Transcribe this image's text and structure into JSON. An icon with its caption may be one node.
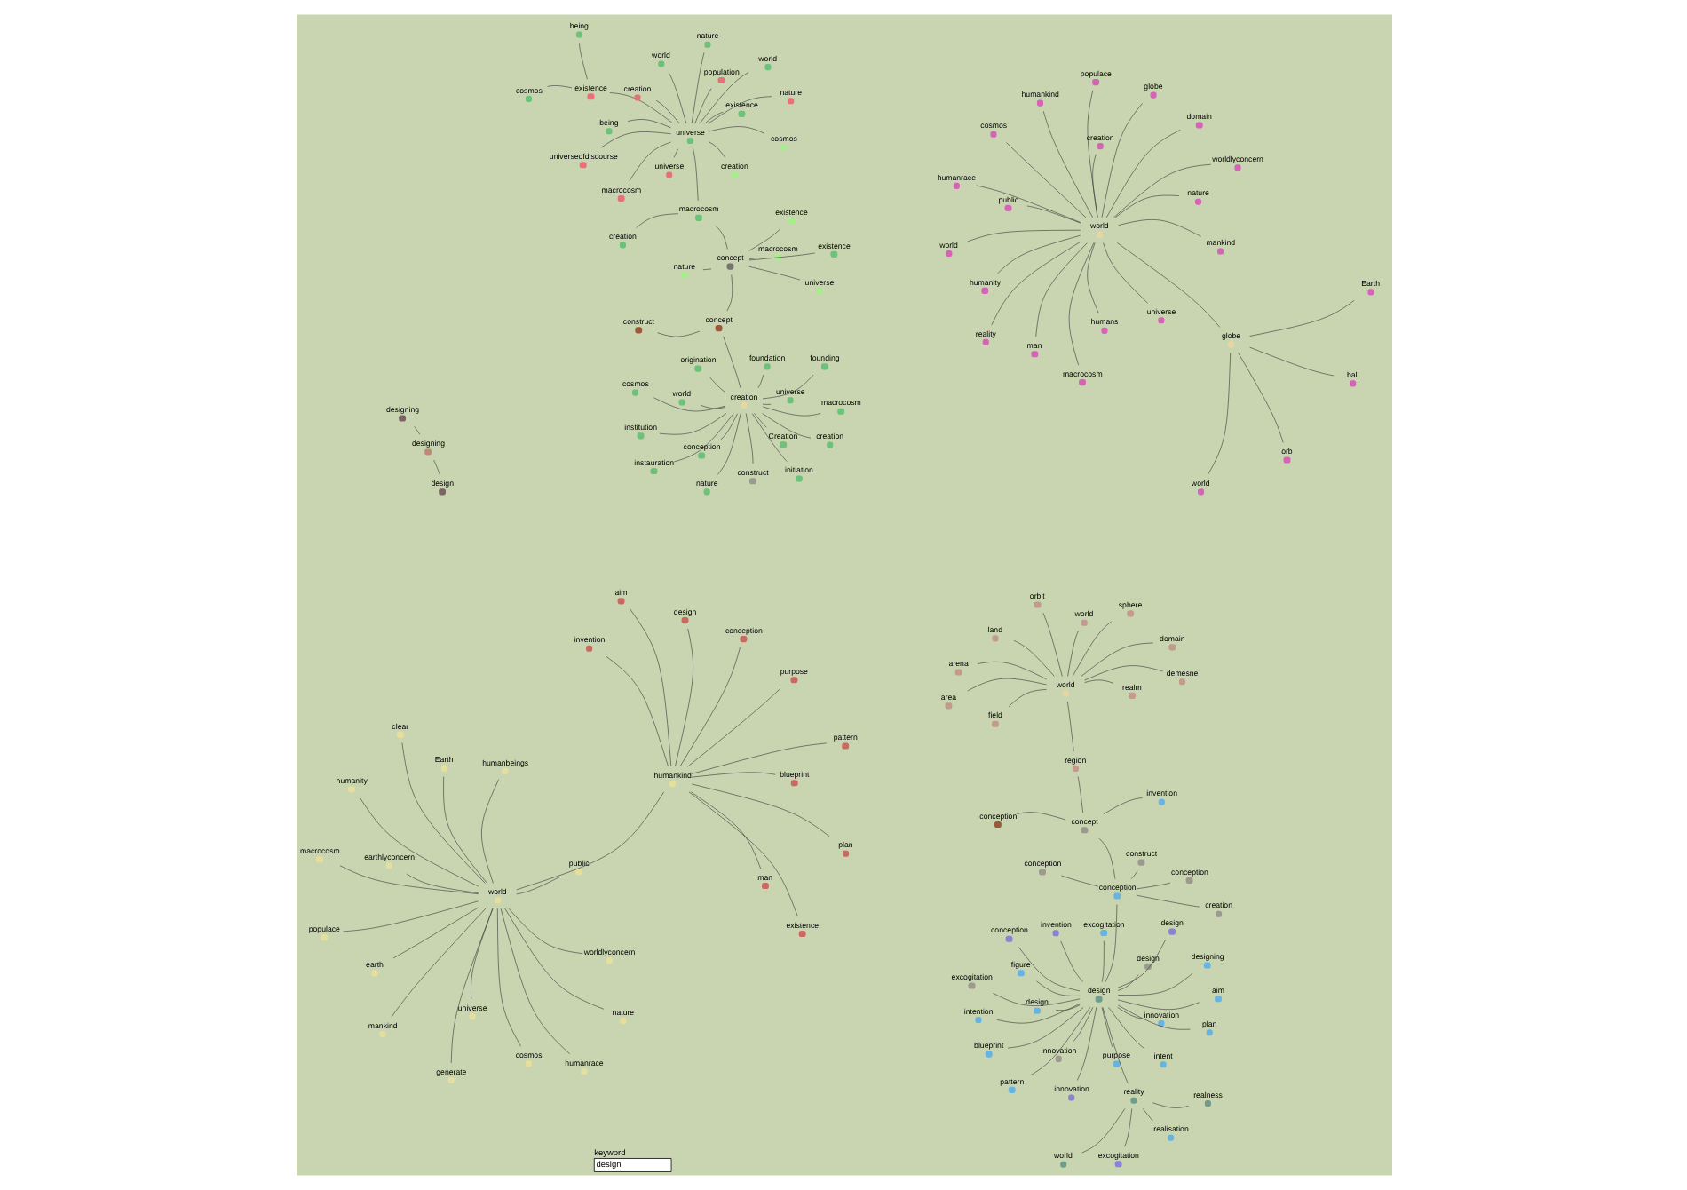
{
  "diagram": {
    "nodes": [
      {
        "text": [
          "keyword",
          "design"
        ]
      },
      {
        "text": [
          "populace"
        ]
      },
      {
        "text": [
          "nature"
        ]
      },
      {
        "text": [
          "generate"
        ]
      },
      {
        "text": [
          "clear"
        ]
      },
      {
        "text": [
          "public"
        ]
      },
      {
        "text": [
          "invention"
        ]
      },
      {
        "text": [
          "mankind"
        ]
      },
      {
        "text": [
          "pattern"
        ]
      },
      {
        "text": [
          "man"
        ]
      },
      {
        "text": [
          "plan"
        ]
      },
      {
        "text": [
          "universe"
        ]
      },
      {
        "text": [
          "macrocosm"
        ]
      },
      {
        "text": [
          "worldlyconcern"
        ]
      },
      {
        "text": [
          "purpose"
        ]
      },
      {
        "text": [
          "world"
        ]
      },
      {
        "text": [
          "cosmos"
        ]
      },
      {
        "text": [
          "humanrace"
        ]
      },
      {
        "text": [
          "humankind"
        ]
      },
      {
        "text": [
          "aim"
        ]
      },
      {
        "text": [
          "humanity"
        ]
      },
      {
        "text": [
          "blueprint"
        ]
      },
      {
        "text": [
          "earth"
        ]
      },
      {
        "text": [
          "Earth"
        ]
      },
      {
        "text": [
          "humanbeings"
        ]
      },
      {
        "text": [
          "design"
        ]
      },
      {
        "text": [
          "existence"
        ]
      },
      {
        "text": [
          "conception"
        ]
      },
      {
        "text": [
          "earthlyconcern"
        ]
      },
      {
        "text": [
          "designing"
        ]
      },
      {
        "text": [
          "designing"
        ]
      },
      {
        "text": [
          "design"
        ]
      },
      {
        "text": [
          "institution"
        ]
      },
      {
        "text": [
          "macrocosm"
        ]
      },
      {
        "text": [
          "nature"
        ]
      },
      {
        "text": [
          "origination"
        ]
      },
      {
        "text": [
          "universe"
        ]
      },
      {
        "text": [
          "world"
        ]
      },
      {
        "text": [
          "instauration"
        ]
      },
      {
        "text": [
          "creation"
        ]
      },
      {
        "text": [
          "conception"
        ]
      },
      {
        "text": [
          "initiation"
        ]
      },
      {
        "text": [
          "construct"
        ]
      },
      {
        "text": [
          "cosmos"
        ]
      },
      {
        "text": [
          "universe"
        ]
      },
      {
        "text": [
          "founding"
        ]
      },
      {
        "text": [
          "foundation"
        ]
      },
      {
        "text": [
          "Creation"
        ]
      },
      {
        "text": [
          "creation"
        ]
      },
      {
        "text": [
          "nature"
        ]
      },
      {
        "text": [
          "concept"
        ]
      },
      {
        "text": [
          "world"
        ]
      },
      {
        "text": [
          "realness"
        ]
      },
      {
        "text": [
          "innovation"
        ]
      },
      {
        "text": [
          "invention"
        ]
      },
      {
        "text": [
          "realisation"
        ]
      },
      {
        "text": [
          "intention"
        ]
      },
      {
        "text": [
          "pattern"
        ]
      },
      {
        "text": [
          "plan"
        ]
      },
      {
        "text": [
          "innovation"
        ]
      },
      {
        "text": [
          "intent"
        ]
      },
      {
        "text": [
          "purpose"
        ]
      },
      {
        "text": [
          "construct"
        ]
      },
      {
        "text": [
          "conception"
        ]
      },
      {
        "text": [
          "invention"
        ]
      },
      {
        "text": [
          "aim"
        ]
      },
      {
        "text": [
          "reality"
        ]
      },
      {
        "text": [
          "innovation"
        ]
      },
      {
        "text": [
          "design"
        ]
      },
      {
        "text": [
          "conception"
        ]
      },
      {
        "text": [
          "excogitation"
        ]
      },
      {
        "text": [
          "figure"
        ]
      },
      {
        "text": [
          "excogitation"
        ]
      },
      {
        "text": [
          "blueprint"
        ]
      },
      {
        "text": [
          "design"
        ]
      },
      {
        "text": [
          "design"
        ]
      },
      {
        "text": [
          "excogitation"
        ]
      },
      {
        "text": [
          "conception"
        ]
      },
      {
        "text": [
          "world"
        ]
      },
      {
        "text": [
          "designing"
        ]
      },
      {
        "text": [
          "design"
        ]
      },
      {
        "text": [
          "concept"
        ]
      },
      {
        "text": [
          "creation"
        ]
      },
      {
        "text": [
          "ball"
        ]
      },
      {
        "text": [
          "construct"
        ]
      },
      {
        "text": [
          "conception"
        ]
      },
      {
        "text": [
          "conception"
        ]
      },
      {
        "text": [
          "orb"
        ]
      },
      {
        "text": [
          "populace"
        ]
      },
      {
        "text": [
          "nature"
        ]
      },
      {
        "text": [
          "public"
        ]
      },
      {
        "text": [
          "reality"
        ]
      },
      {
        "text": [
          "mankind"
        ]
      },
      {
        "text": [
          "man"
        ]
      },
      {
        "text": [
          "universe"
        ]
      },
      {
        "text": [
          "macrocosm"
        ]
      },
      {
        "text": [
          "world"
        ]
      },
      {
        "text": [
          "globe"
        ]
      },
      {
        "text": [
          "worldlyconcern"
        ]
      },
      {
        "text": [
          "globe"
        ]
      },
      {
        "text": [
          "humans"
        ]
      },
      {
        "text": [
          "world"
        ]
      },
      {
        "text": [
          "cosmos"
        ]
      },
      {
        "text": [
          "humanrace"
        ]
      },
      {
        "text": [
          "humankind"
        ]
      },
      {
        "text": [
          "creation"
        ]
      },
      {
        "text": [
          "humanity"
        ]
      },
      {
        "text": [
          "Earth"
        ]
      },
      {
        "text": [
          "domain"
        ]
      },
      {
        "text": [
          "region"
        ]
      },
      {
        "text": [
          "sphere"
        ]
      },
      {
        "text": [
          "realm"
        ]
      },
      {
        "text": [
          "world"
        ]
      },
      {
        "text": [
          "orbit"
        ]
      },
      {
        "text": [
          "world"
        ]
      },
      {
        "text": [
          "area"
        ]
      },
      {
        "text": [
          "land"
        ]
      },
      {
        "text": [
          "arena"
        ]
      },
      {
        "text": [
          "field"
        ]
      },
      {
        "text": [
          "domain"
        ]
      },
      {
        "text": [
          "demesne"
        ]
      },
      {
        "text": [
          "universe"
        ]
      },
      {
        "text": [
          "universeofdiscourse"
        ]
      },
      {
        "text": [
          "population"
        ]
      },
      {
        "text": [
          "world"
        ]
      },
      {
        "text": [
          "nature"
        ]
      },
      {
        "text": [
          "universe"
        ]
      },
      {
        "text": [
          "nature"
        ]
      },
      {
        "text": [
          "concept"
        ]
      },
      {
        "text": [
          "macrocosm"
        ]
      },
      {
        "text": [
          "cosmos"
        ]
      },
      {
        "text": [
          "macrocosm"
        ]
      },
      {
        "text": [
          "existence"
        ]
      },
      {
        "text": [
          "macrocosm"
        ]
      },
      {
        "text": [
          "existence"
        ]
      },
      {
        "text": [
          "existence"
        ]
      },
      {
        "text": [
          "creation"
        ]
      },
      {
        "text": [
          "being"
        ]
      },
      {
        "text": [
          "existence"
        ]
      },
      {
        "text": [
          "creation"
        ]
      },
      {
        "text": [
          "cosmos"
        ]
      },
      {
        "text": [
          "world"
        ]
      },
      {
        "text": [
          "creation"
        ]
      },
      {
        "text": [
          "being"
        ]
      }
    ],
    "edges": [
      {
        "from": 15,
        "to": 1,
        "arrow": "none"
      },
      {
        "from": 15,
        "to": 2,
        "arrow": "none"
      },
      {
        "from": 15,
        "to": 3,
        "arrow": "none"
      },
      {
        "from": 15,
        "to": 4,
        "arrow": "none"
      },
      {
        "from": 15,
        "to": 5,
        "arrow": "none"
      },
      {
        "from": 15,
        "to": 7,
        "arrow": "none"
      },
      {
        "from": 15,
        "to": 11,
        "arrow": "none"
      },
      {
        "from": 15,
        "to": 12,
        "arrow": "none"
      },
      {
        "from": 15,
        "to": 13,
        "arrow": "none"
      },
      {
        "from": 15,
        "to": 16,
        "arrow": "none"
      },
      {
        "from": 15,
        "to": 17,
        "arrow": "none"
      },
      {
        "from": 15,
        "to": 20,
        "arrow": "none"
      },
      {
        "from": 15,
        "to": 22,
        "arrow": "none"
      },
      {
        "from": 15,
        "to": 23,
        "arrow": "none"
      },
      {
        "from": 15,
        "to": 24,
        "arrow": "none"
      },
      {
        "from": 15,
        "to": 28,
        "arrow": "none"
      },
      {
        "from": 18,
        "to": 6,
        "arrow": "none"
      },
      {
        "from": 18,
        "to": 8,
        "arrow": "none"
      },
      {
        "from": 18,
        "to": 9,
        "arrow": "none"
      },
      {
        "from": 18,
        "to": 10,
        "arrow": "none"
      },
      {
        "from": 18,
        "to": 14,
        "arrow": "none"
      },
      {
        "from": 18,
        "to": 19,
        "arrow": "none"
      },
      {
        "from": 18,
        "to": 21,
        "arrow": "none"
      },
      {
        "from": 18,
        "to": 25,
        "arrow": "none"
      },
      {
        "from": 18,
        "to": 26,
        "arrow": "none"
      },
      {
        "from": 18,
        "to": 27,
        "arrow": "none"
      },
      {
        "from": 15,
        "to": 18,
        "arrow": "none"
      },
      {
        "from": 29,
        "to": 30,
        "arrow": "none"
      },
      {
        "from": 30,
        "to": 31,
        "arrow": "none"
      },
      {
        "from": 39,
        "to": 32,
        "arrow": "none"
      },
      {
        "from": 39,
        "to": 33,
        "arrow": "none"
      },
      {
        "from": 39,
        "to": 34,
        "arrow": "none"
      },
      {
        "from": 39,
        "to": 35,
        "arrow": "none"
      },
      {
        "from": 39,
        "to": 36,
        "arrow": "none"
      },
      {
        "from": 39,
        "to": 37,
        "arrow": "none"
      },
      {
        "from": 39,
        "to": 38,
        "arrow": "none"
      },
      {
        "from": 39,
        "to": 40,
        "arrow": "none"
      },
      {
        "from": 39,
        "to": 41,
        "arrow": "none"
      },
      {
        "from": 39,
        "to": 42,
        "arrow": "none"
      },
      {
        "from": 39,
        "to": 43,
        "arrow": "none"
      },
      {
        "from": 39,
        "to": 45,
        "arrow": "none"
      },
      {
        "from": 39,
        "to": 46,
        "arrow": "none"
      },
      {
        "from": 39,
        "to": 47,
        "arrow": "none"
      },
      {
        "from": 39,
        "to": 48,
        "arrow": "none"
      },
      {
        "from": 39,
        "to": 50,
        "arrow": "none"
      },
      {
        "from": 66,
        "to": 51,
        "arrow": "none"
      },
      {
        "from": 66,
        "to": 52,
        "arrow": "none"
      },
      {
        "from": 66,
        "to": 55,
        "arrow": "none"
      },
      {
        "from": 66,
        "to": 72,
        "arrow": "none"
      },
      {
        "from": 66,
        "to": 68,
        "arrow": "none"
      },
      {
        "from": 53,
        "to": 68,
        "arrow": "none"
      },
      {
        "from": 68,
        "to": 54,
        "arrow": "none"
      },
      {
        "from": 68,
        "to": 56,
        "arrow": "none"
      },
      {
        "from": 68,
        "to": 57,
        "arrow": "none"
      },
      {
        "from": 68,
        "to": 58,
        "arrow": "none"
      },
      {
        "from": 68,
        "to": 59,
        "arrow": "none"
      },
      {
        "from": 68,
        "to": 60,
        "arrow": "none"
      },
      {
        "from": 68,
        "to": 61,
        "arrow": "none"
      },
      {
        "from": 68,
        "to": 65,
        "arrow": "none"
      },
      {
        "from": 68,
        "to": 67,
        "arrow": "none"
      },
      {
        "from": 68,
        "to": 69,
        "arrow": "none"
      },
      {
        "from": 68,
        "to": 70,
        "arrow": "none"
      },
      {
        "from": 68,
        "to": 71,
        "arrow": "none"
      },
      {
        "from": 68,
        "to": 73,
        "arrow": "none"
      },
      {
        "from": 68,
        "to": 74,
        "arrow": "none"
      },
      {
        "from": 68,
        "to": 75,
        "arrow": "none"
      },
      {
        "from": 68,
        "to": 76,
        "arrow": "none"
      },
      {
        "from": 68,
        "to": 77,
        "arrow": "none"
      },
      {
        "from": 68,
        "to": 79,
        "arrow": "none"
      },
      {
        "from": 68,
        "to": 80,
        "arrow": "none"
      },
      {
        "from": 77,
        "to": 82,
        "arrow": "none"
      },
      {
        "from": 77,
        "to": 84,
        "arrow": "none"
      },
      {
        "from": 77,
        "to": 85,
        "arrow": "none"
      },
      {
        "from": 77,
        "to": 81,
        "arrow": "none"
      },
      {
        "from": 77,
        "to": 63,
        "arrow": "none"
      },
      {
        "from": 81,
        "to": 86,
        "arrow": "none"
      },
      {
        "from": 81,
        "to": 109,
        "arrow": "none"
      },
      {
        "from": 81,
        "to": 64,
        "arrow": "none"
      },
      {
        "from": 50,
        "to": 62,
        "arrow": "none"
      },
      {
        "from": 97,
        "to": 78,
        "arrow": "none"
      },
      {
        "from": 97,
        "to": 83,
        "arrow": "none"
      },
      {
        "from": 97,
        "to": 107,
        "arrow": "none"
      },
      {
        "from": 97,
        "to": 87,
        "arrow": "none"
      },
      {
        "from": 97,
        "to": 101,
        "arrow": "none"
      },
      {
        "from": 101,
        "to": 88,
        "arrow": "none"
      },
      {
        "from": 101,
        "to": 89,
        "arrow": "none"
      },
      {
        "from": 101,
        "to": 90,
        "arrow": "none"
      },
      {
        "from": 101,
        "to": 91,
        "arrow": "none"
      },
      {
        "from": 101,
        "to": 92,
        "arrow": "none"
      },
      {
        "from": 101,
        "to": 93,
        "arrow": "none"
      },
      {
        "from": 101,
        "to": 94,
        "arrow": "none"
      },
      {
        "from": 101,
        "to": 95,
        "arrow": "none"
      },
      {
        "from": 101,
        "to": 96,
        "arrow": "none"
      },
      {
        "from": 101,
        "to": 98,
        "arrow": "none"
      },
      {
        "from": 101,
        "to": 99,
        "arrow": "none"
      },
      {
        "from": 101,
        "to": 100,
        "arrow": "none"
      },
      {
        "from": 101,
        "to": 102,
        "arrow": "none"
      },
      {
        "from": 101,
        "to": 103,
        "arrow": "none"
      },
      {
        "from": 101,
        "to": 104,
        "arrow": "none"
      },
      {
        "from": 101,
        "to": 105,
        "arrow": "none"
      },
      {
        "from": 101,
        "to": 106,
        "arrow": "none"
      },
      {
        "from": 101,
        "to": 108,
        "arrow": "none"
      },
      {
        "from": 114,
        "to": 109,
        "arrow": "none"
      },
      {
        "from": 114,
        "to": 110,
        "arrow": "none"
      },
      {
        "from": 114,
        "to": 111,
        "arrow": "none"
      },
      {
        "from": 114,
        "to": 112,
        "arrow": "none"
      },
      {
        "from": 114,
        "to": 113,
        "arrow": "none"
      },
      {
        "from": 114,
        "to": 115,
        "arrow": "none"
      },
      {
        "from": 114,
        "to": 116,
        "arrow": "none"
      },
      {
        "from": 114,
        "to": 117,
        "arrow": "none"
      },
      {
        "from": 114,
        "to": 118,
        "arrow": "none"
      },
      {
        "from": 114,
        "to": 119,
        "arrow": "none"
      },
      {
        "from": 114,
        "to": 120,
        "arrow": "none"
      },
      {
        "from": 126,
        "to": 121,
        "arrow": "none"
      },
      {
        "from": 126,
        "to": 122,
        "arrow": "none"
      },
      {
        "from": 126,
        "to": 123,
        "arrow": "none"
      },
      {
        "from": 126,
        "to": 124,
        "arrow": "none"
      },
      {
        "from": 126,
        "to": 125,
        "arrow": "none"
      },
      {
        "from": 126,
        "to": 127,
        "arrow": "none"
      },
      {
        "from": 126,
        "to": 129,
        "arrow": "none"
      },
      {
        "from": 126,
        "to": 130,
        "arrow": "none"
      },
      {
        "from": 126,
        "to": 132,
        "arrow": "none"
      },
      {
        "from": 126,
        "to": 133,
        "arrow": "none"
      },
      {
        "from": 126,
        "to": 134,
        "arrow": "none"
      },
      {
        "from": 126,
        "to": 136,
        "arrow": "none"
      },
      {
        "from": 126,
        "to": 141,
        "arrow": "none"
      },
      {
        "from": 126,
        "to": 142,
        "arrow": "none"
      },
      {
        "from": 126,
        "to": 143,
        "arrow": "none"
      },
      {
        "from": 128,
        "to": 44,
        "arrow": "none"
      },
      {
        "from": 128,
        "to": 49,
        "arrow": "none"
      },
      {
        "from": 128,
        "to": 50,
        "arrow": "none"
      },
      {
        "from": 128,
        "to": 129,
        "arrow": "none"
      },
      {
        "from": 128,
        "to": 131,
        "arrow": "none"
      },
      {
        "from": 128,
        "to": 135,
        "arrow": "none"
      },
      {
        "from": 128,
        "to": 138,
        "arrow": "none"
      },
      {
        "from": 134,
        "to": 137,
        "arrow": "none"
      },
      {
        "from": 134,
        "to": 140,
        "arrow": "none"
      },
      {
        "from": 129,
        "to": 139,
        "arrow": "none"
      }
    ]
  }
}
